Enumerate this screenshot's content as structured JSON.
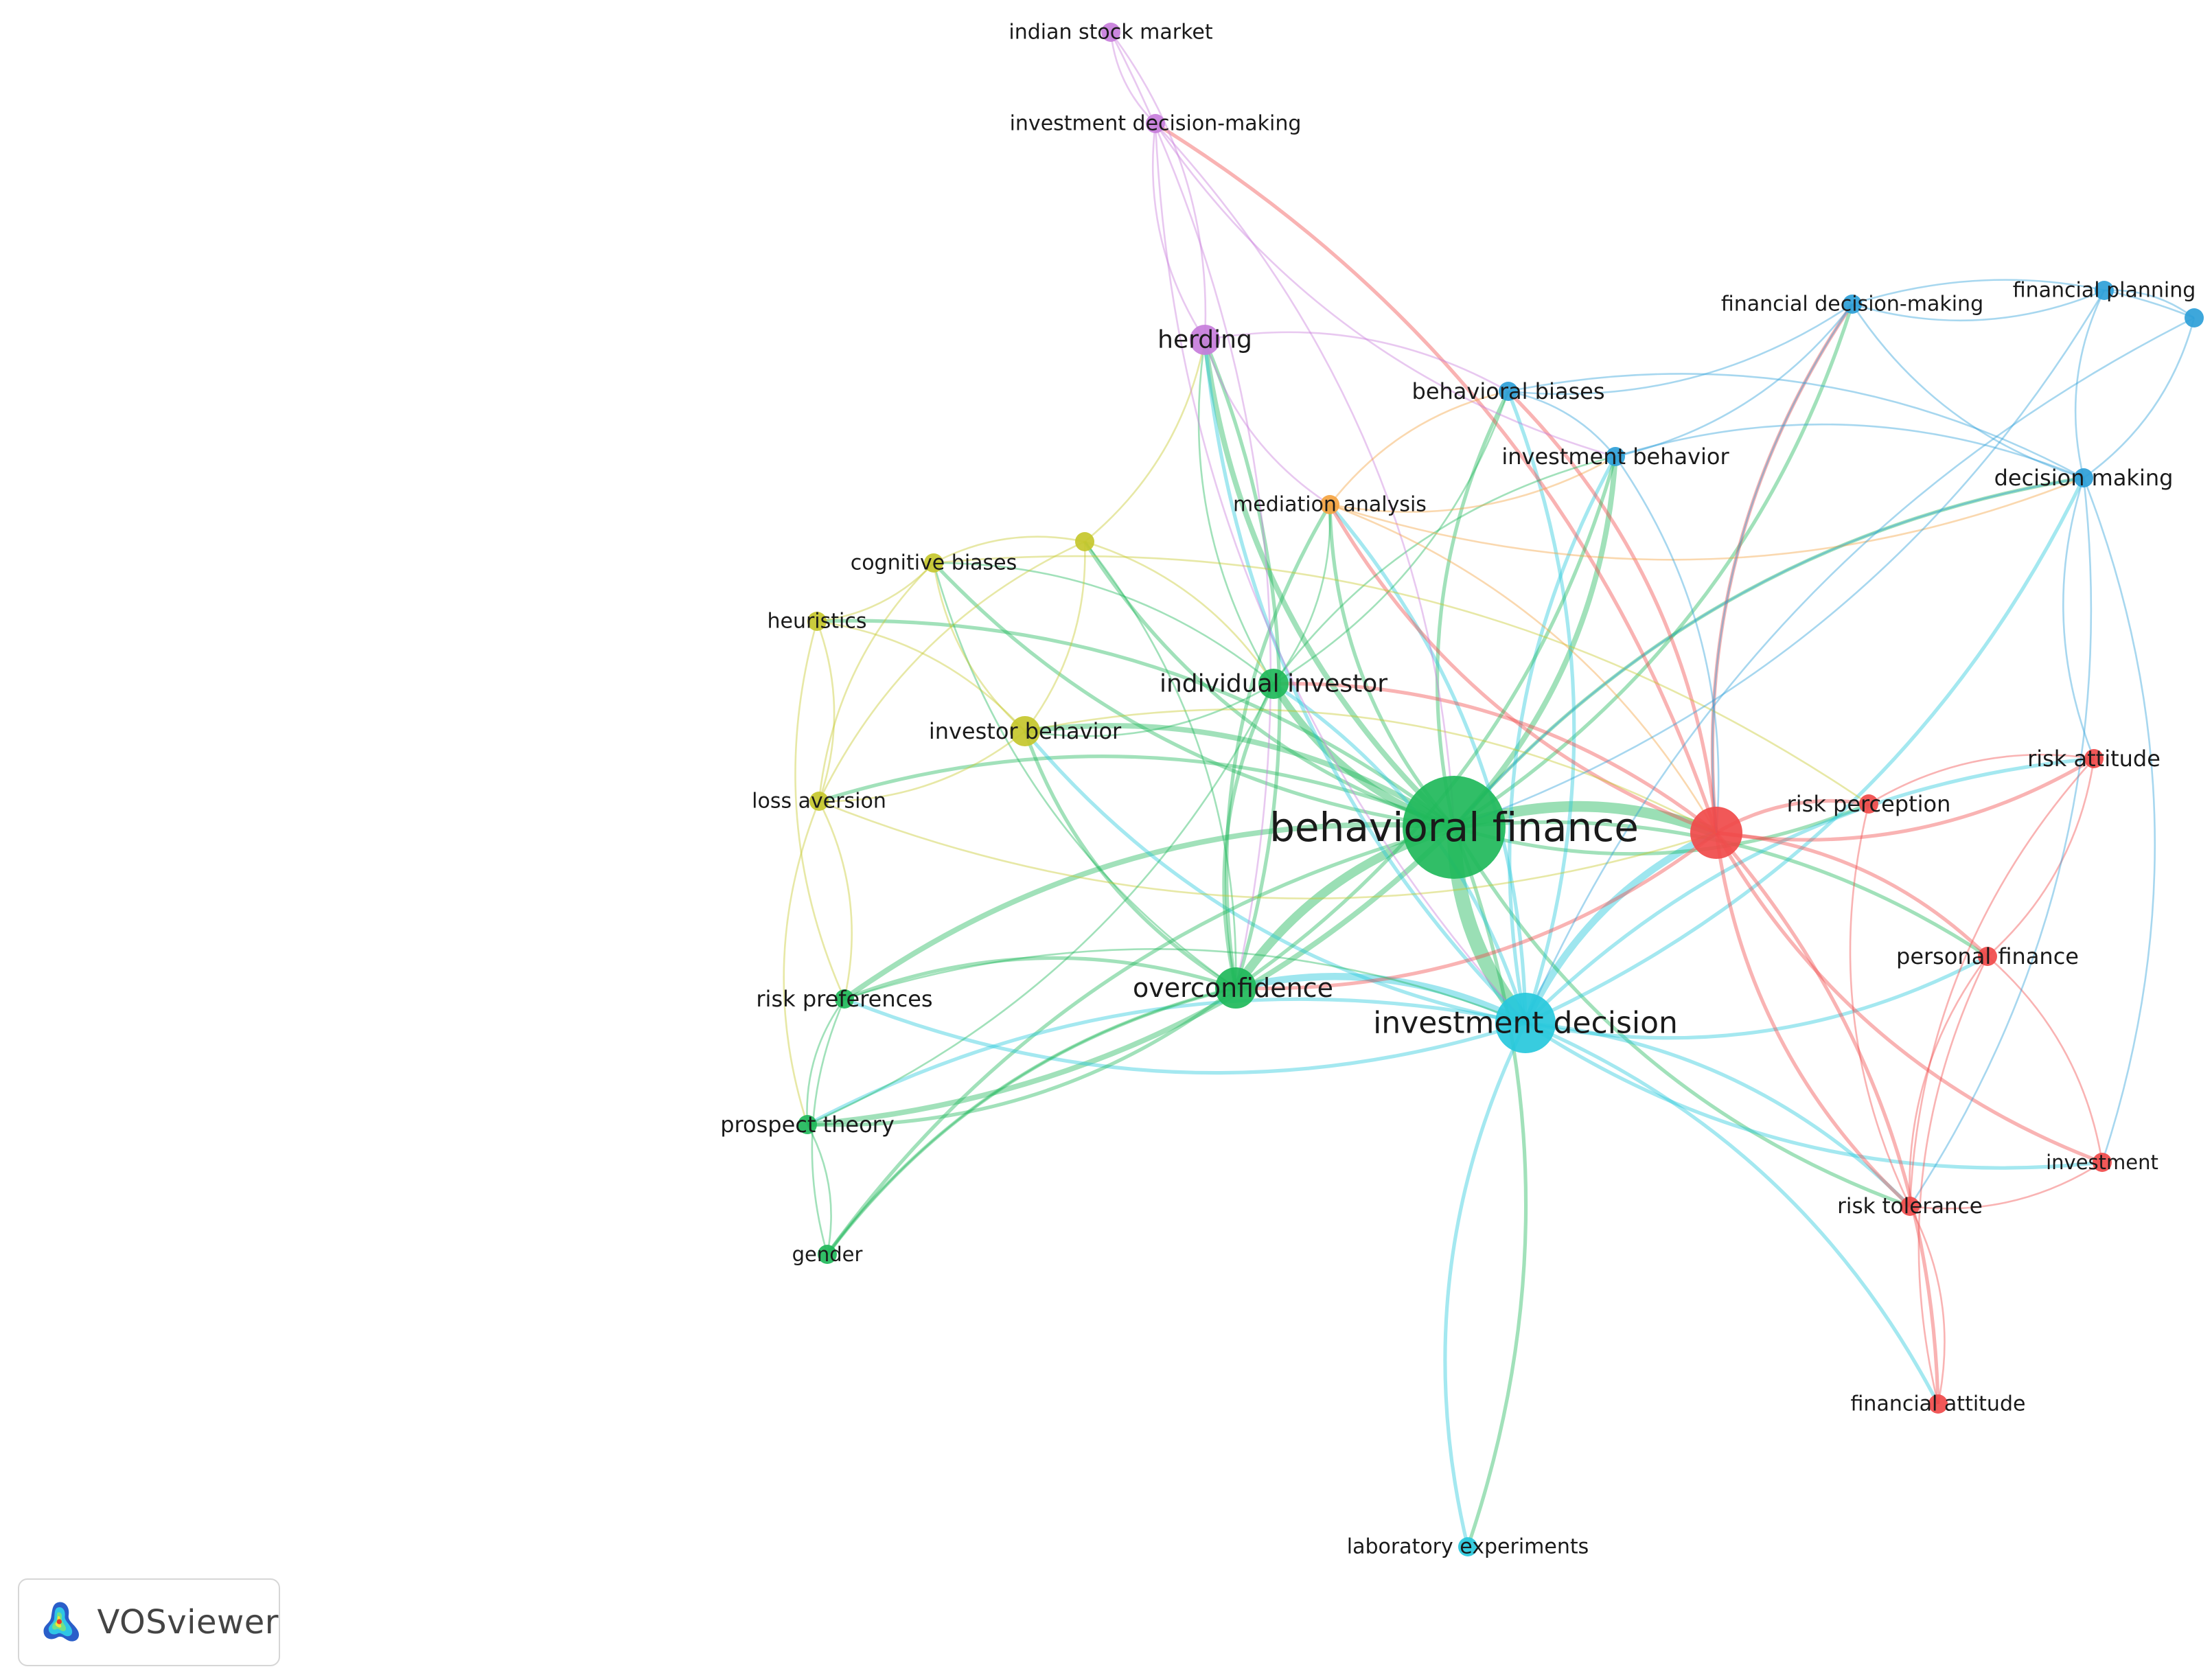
{
  "network": {
    "clusters": {
      "green": "#1fb85a",
      "cyan": "#27c8dc",
      "red": "#f04a4a",
      "blue": "#2e9fd8",
      "yellow": "#c5c72c",
      "purple": "#c77ddb",
      "orange": "#f4a340"
    },
    "nodes": [
      {
        "id": "bf",
        "label": "behavioral finance",
        "cluster": "green",
        "weight": 10
      },
      {
        "id": "id",
        "label": "investment decision",
        "cluster": "cyan",
        "weight": 6
      },
      {
        "id": "red",
        "label": "",
        "cluster": "red",
        "weight": 5
      },
      {
        "id": "ov",
        "label": "overconfidence",
        "cluster": "green",
        "weight": 4
      },
      {
        "id": "ii",
        "label": "individual investor",
        "cluster": "green",
        "weight": 3
      },
      {
        "id": "rp",
        "label": "risk preferences",
        "cluster": "green",
        "weight": 2
      },
      {
        "id": "pt",
        "label": "prospect theory",
        "cluster": "green",
        "weight": 2
      },
      {
        "id": "ge",
        "label": "gender",
        "cluster": "green",
        "weight": 2
      },
      {
        "id": "ib",
        "label": "investor behavior",
        "cluster": "yellow",
        "weight": 3
      },
      {
        "id": "cb",
        "label": "cognitive biases",
        "cluster": "yellow",
        "weight": 2
      },
      {
        "id": "he",
        "label": "heuristics",
        "cluster": "yellow",
        "weight": 2
      },
      {
        "id": "la",
        "label": "loss aversion",
        "cluster": "yellow",
        "weight": 2
      },
      {
        "id": "y1",
        "label": "",
        "cluster": "yellow",
        "weight": 2
      },
      {
        "id": "hd",
        "label": "herding",
        "cluster": "purple",
        "weight": 3
      },
      {
        "id": "ism",
        "label": "indian stock market",
        "cluster": "purple",
        "weight": 2
      },
      {
        "id": "idm",
        "label": "investment decision-making",
        "cluster": "purple",
        "weight": 2
      },
      {
        "id": "ma",
        "label": "mediation analysis",
        "cluster": "orange",
        "weight": 2
      },
      {
        "id": "bb",
        "label": "behavioral biases",
        "cluster": "blue",
        "weight": 2
      },
      {
        "id": "ivb",
        "label": "investment behavior",
        "cluster": "blue",
        "weight": 2
      },
      {
        "id": "fdm",
        "label": "financial decision-making",
        "cluster": "blue",
        "weight": 2
      },
      {
        "id": "fp",
        "label": "financial planning",
        "cluster": "blue",
        "weight": 2
      },
      {
        "id": "b1",
        "label": "",
        "cluster": "blue",
        "weight": 2
      },
      {
        "id": "dm",
        "label": "decision making",
        "cluster": "blue",
        "weight": 2
      },
      {
        "id": "rpc",
        "label": "risk perception",
        "cluster": "red",
        "weight": 2
      },
      {
        "id": "ra",
        "label": "risk attitude",
        "cluster": "red",
        "weight": 2
      },
      {
        "id": "pf",
        "label": "personal finance",
        "cluster": "red",
        "weight": 2
      },
      {
        "id": "inv",
        "label": "investment",
        "cluster": "red",
        "weight": 2
      },
      {
        "id": "rt",
        "label": "risk tolerance",
        "cluster": "red",
        "weight": 2
      },
      {
        "id": "fa",
        "label": "financial attitude",
        "cluster": "red",
        "weight": 2
      },
      {
        "id": "le",
        "label": "laboratory experiments",
        "cluster": "cyan",
        "weight": 2
      }
    ],
    "links": [
      [
        "bf",
        "id",
        8
      ],
      [
        "bf",
        "red",
        6
      ],
      [
        "bf",
        "ov",
        5
      ],
      [
        "bf",
        "ii",
        4
      ],
      [
        "id",
        "ov",
        4
      ],
      [
        "id",
        "red",
        4
      ],
      [
        "bf",
        "ib",
        3
      ],
      [
        "bf",
        "hd",
        3
      ],
      [
        "bf",
        "rp",
        3
      ],
      [
        "bf",
        "pt",
        3
      ],
      [
        "bf",
        "ivb",
        3
      ],
      [
        "bf",
        "ma",
        2
      ],
      [
        "bf",
        "la",
        2
      ],
      [
        "bf",
        "cb",
        2
      ],
      [
        "bf",
        "he",
        2
      ],
      [
        "bf",
        "bb",
        2
      ],
      [
        "bf",
        "ge",
        2
      ],
      [
        "bf",
        "le",
        2
      ],
      [
        "bf",
        "rpc",
        2
      ],
      [
        "bf",
        "pf",
        2
      ],
      [
        "bf",
        "rt",
        2
      ],
      [
        "bf",
        "dm",
        2
      ],
      [
        "bf",
        "fdm",
        2
      ],
      [
        "bf",
        "y1",
        2
      ],
      [
        "id",
        "ii",
        2
      ],
      [
        "id",
        "hd",
        2
      ],
      [
        "id",
        "le",
        2
      ],
      [
        "id",
        "rt",
        2
      ],
      [
        "id",
        "pf",
        2
      ],
      [
        "id",
        "fa",
        2
      ],
      [
        "id",
        "inv",
        2
      ],
      [
        "id",
        "ra",
        2
      ],
      [
        "id",
        "dm",
        2
      ],
      [
        "id",
        "ivb",
        2
      ],
      [
        "id",
        "bb",
        2
      ],
      [
        "id",
        "ib",
        2
      ],
      [
        "id",
        "pt",
        2
      ],
      [
        "id",
        "rp",
        2
      ],
      [
        "id",
        "ma",
        2
      ],
      [
        "red",
        "rpc",
        2
      ],
      [
        "red",
        "ra",
        2
      ],
      [
        "red",
        "pf",
        2
      ],
      [
        "red",
        "rt",
        2
      ],
      [
        "red",
        "fa",
        2
      ],
      [
        "red",
        "inv",
        2
      ],
      [
        "red",
        "ov",
        2
      ],
      [
        "red",
        "ii",
        2
      ],
      [
        "red",
        "ma",
        2
      ],
      [
        "red",
        "bb",
        2
      ],
      [
        "red",
        "fdm",
        2
      ],
      [
        "red",
        "idm",
        2
      ],
      [
        "rpc",
        "ra",
        1
      ],
      [
        "rpc",
        "rt",
        1
      ],
      [
        "ra",
        "pf",
        1
      ],
      [
        "pf",
        "rt",
        1
      ],
      [
        "pf",
        "inv",
        1
      ],
      [
        "rt",
        "inv",
        1
      ],
      [
        "rt",
        "fa",
        1
      ],
      [
        "ra",
        "rt",
        1
      ],
      [
        "dm",
        "rt",
        1
      ],
      [
        "dm",
        "ra",
        1
      ],
      [
        "dm",
        "inv",
        1
      ],
      [
        "pf",
        "fa",
        1
      ],
      [
        "ov",
        "ii",
        2
      ],
      [
        "ov",
        "rp",
        2
      ],
      [
        "ov",
        "pt",
        2
      ],
      [
        "ov",
        "ge",
        2
      ],
      [
        "ov",
        "ib",
        2
      ],
      [
        "ov",
        "hd",
        2
      ],
      [
        "ov",
        "ma",
        2
      ],
      [
        "ov",
        "ivb",
        2
      ],
      [
        "ov",
        "cb",
        1
      ],
      [
        "ov",
        "y1",
        1
      ],
      [
        "ii",
        "ivb",
        1
      ],
      [
        "ii",
        "bb",
        1
      ],
      [
        "ii",
        "hd",
        1
      ],
      [
        "ii",
        "ma",
        1
      ],
      [
        "ii",
        "ib",
        1
      ],
      [
        "ii",
        "cb",
        1
      ],
      [
        "ib",
        "cb",
        1
      ],
      [
        "ib",
        "he",
        1
      ],
      [
        "ib",
        "la",
        1
      ],
      [
        "ib",
        "y1",
        1
      ],
      [
        "cb",
        "he",
        1
      ],
      [
        "cb",
        "la",
        1
      ],
      [
        "he",
        "la",
        1
      ],
      [
        "la",
        "pt",
        1
      ],
      [
        "la",
        "rp",
        1
      ],
      [
        "he",
        "rp",
        1
      ],
      [
        "cb",
        "y1",
        1
      ],
      [
        "y1",
        "la",
        1
      ],
      [
        "y1",
        "ii",
        1
      ],
      [
        "y1",
        "hd",
        1
      ],
      [
        "cb",
        "rpc",
        1
      ],
      [
        "la",
        "red",
        1
      ],
      [
        "ib",
        "red",
        1
      ],
      [
        "rp",
        "pt",
        1
      ],
      [
        "pt",
        "ge",
        1
      ],
      [
        "rp",
        "ge",
        1
      ],
      [
        "rp",
        "id",
        1
      ],
      [
        "pt",
        "ii",
        1
      ],
      [
        "ge",
        "ov",
        1
      ],
      [
        "hd",
        "ism",
        1
      ],
      [
        "hd",
        "idm",
        1
      ],
      [
        "ism",
        "idm",
        1
      ],
      [
        "idm",
        "bf",
        1
      ],
      [
        "idm",
        "id",
        1
      ],
      [
        "hd",
        "bb",
        1
      ],
      [
        "hd",
        "ma",
        1
      ],
      [
        "ism",
        "ov",
        1
      ],
      [
        "idm",
        "ivb",
        1
      ],
      [
        "ma",
        "bb",
        1
      ],
      [
        "ma",
        "ivb",
        1
      ],
      [
        "ma",
        "red",
        1
      ],
      [
        "ma",
        "dm",
        1
      ],
      [
        "bb",
        "ivb",
        1
      ],
      [
        "bb",
        "fdm",
        1
      ],
      [
        "bb",
        "dm",
        1
      ],
      [
        "ivb",
        "fdm",
        1
      ],
      [
        "ivb",
        "dm",
        1
      ],
      [
        "fdm",
        "fp",
        1
      ],
      [
        "fdm",
        "b1",
        1
      ],
      [
        "fdm",
        "dm",
        1
      ],
      [
        "fp",
        "b1",
        1
      ],
      [
        "fp",
        "dm",
        1
      ],
      [
        "b1",
        "dm",
        1
      ],
      [
        "fdm",
        "red",
        1
      ],
      [
        "ivb",
        "red",
        1
      ],
      [
        "dm",
        "bf",
        1
      ],
      [
        "fp",
        "bf",
        1
      ],
      [
        "b1",
        "id",
        1
      ]
    ]
  },
  "brand": {
    "name": "VOSviewer"
  }
}
